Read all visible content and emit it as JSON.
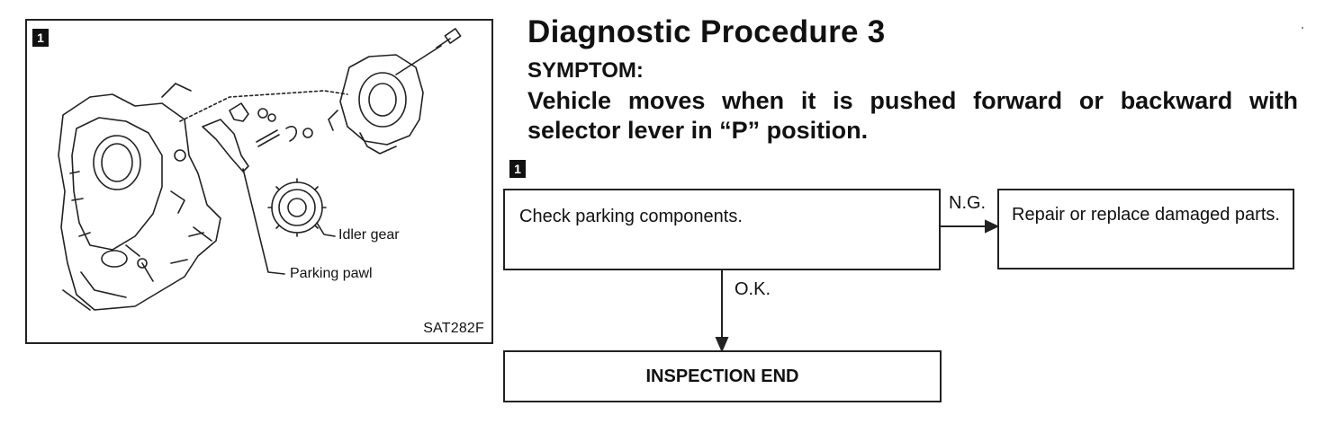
{
  "figure": {
    "step_marker": "1",
    "callouts": {
      "idler_gear": "Idler gear",
      "parking_pawl": "Parking pawl"
    },
    "figure_code": "SAT282F"
  },
  "procedure": {
    "title": "Diagnostic Procedure 3",
    "symptom_label": "SYMPTOM:",
    "symptom_text": "Vehicle moves when it is pushed forward or backward with selector lever in “P” position."
  },
  "flowchart": {
    "step_marker": "1",
    "check_box": "Check parking components.",
    "ng_label": "N.G.",
    "ng_box": "Repair or replace damaged parts.",
    "ok_label": "O.K.",
    "end_box": "INSPECTION END"
  }
}
